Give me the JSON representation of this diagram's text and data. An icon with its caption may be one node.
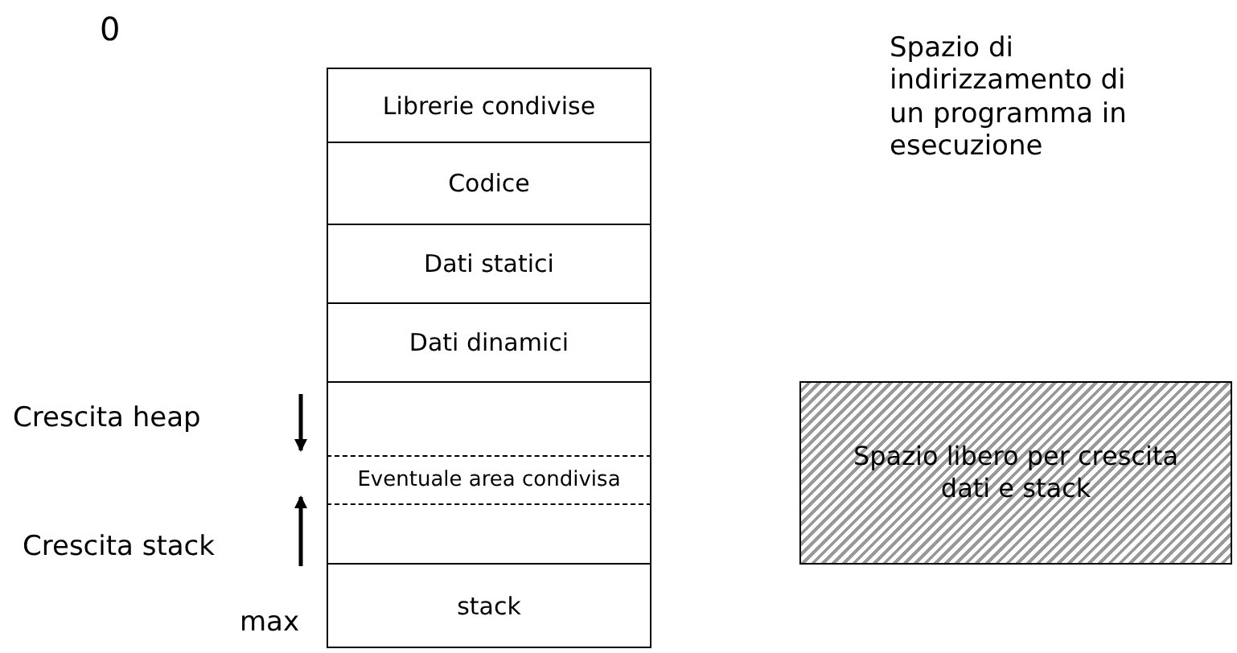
{
  "diagram": {
    "nodes": [
      {
        "text": [
          "Librerie condivise"
        ]
      },
      {
        "text": [
          "Codice"
        ]
      },
      {
        "text": [
          "Dati statici"
        ]
      },
      {
        "text": [
          "Dati dinamici"
        ]
      },
      {
        "text": [],
        "shape": "box"
      },
      {
        "text": [
          "Eventuale area condivisa"
        ],
        "in": 4
      },
      {
        "text": [
          "stack"
        ]
      },
      {
        "text": [
          "Spazio libero per crescita dati e stack"
        ]
      }
    ],
    "edges": [],
    "labels": [
      "0",
      "Spazio di indirizzamento di un programma in esecuzione",
      "Crescita heap",
      "Crescita stack",
      "max"
    ]
  }
}
